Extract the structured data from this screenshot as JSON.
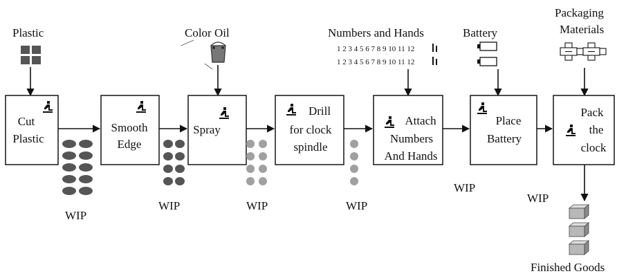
{
  "inputs": {
    "plastic": "Plastic",
    "color_oil": "Color Oil",
    "numbers_hands": "Numbers and Hands",
    "number_strip": "1 2 3 4 5 6 7 8 9 10 11 12",
    "battery": "Battery",
    "packaging_1": "Packaging",
    "packaging_2": "Materials"
  },
  "steps": [
    {
      "lines": [
        "Cut",
        "Plastic"
      ]
    },
    {
      "lines": [
        "Smooth",
        "Edge"
      ]
    },
    {
      "lines": [
        "Spray"
      ]
    },
    {
      "lines": [
        "Drill",
        "for clock",
        "spindle"
      ]
    },
    {
      "lines": [
        "Attach",
        "Numbers",
        "And Hands"
      ]
    },
    {
      "lines": [
        "Place",
        "Battery"
      ]
    },
    {
      "lines": [
        "Pack",
        "the",
        "clock"
      ]
    }
  ],
  "wip_label": "WIP",
  "output": "Finished Goods",
  "colors": {
    "wip_dark": "#555555",
    "wip_mid": "#707070",
    "wip_light": "#a0a0a0",
    "box_face": "#b8b8b8",
    "box_top": "#dddddd",
    "box_side": "#8a8a8a"
  }
}
